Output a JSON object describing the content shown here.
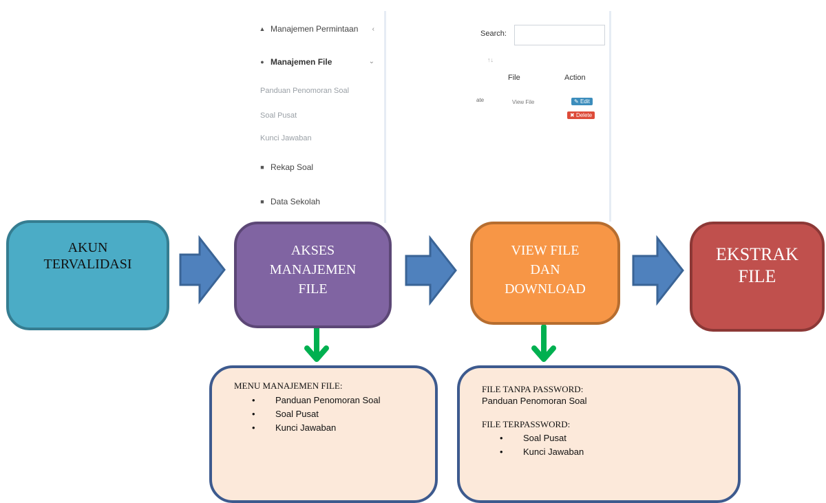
{
  "screenshot_menu": {
    "items": [
      {
        "label": "Manajemen Permintaan",
        "icon": "triangle-icon",
        "chevron": "‹"
      },
      {
        "label": "Manajemen File",
        "icon": "cloud-icon",
        "chevron": "⌄"
      }
    ],
    "subitems": [
      "Panduan Penomoran Soal",
      "Soal Pusat",
      "Kunci Jawaban"
    ],
    "bottom_items": [
      {
        "label": "Rekap Soal",
        "icon": "square-icon"
      },
      {
        "label": "Data Sekolah",
        "icon": "square-icon"
      }
    ]
  },
  "screenshot_table": {
    "search_label": "Search:",
    "sort_marker": "↑↓",
    "col_file": "File",
    "col_action": "Action",
    "row_name_fragment": "ate",
    "row_file_link": "View File",
    "btn_edit": "Edit",
    "btn_delete": "Delete"
  },
  "process": {
    "step1": "AKUN\nTERVALIDASI",
    "step2": "AKSES\nMANAJEMEN\nFILE",
    "step3": "VIEW FILE\nDAN\nDOWNLOAD",
    "step4": "EKSTRAK\nFILE"
  },
  "note1": {
    "title": "MENU MANAJEMEN FILE:",
    "items": [
      "Panduan Penomoran Soal",
      "Soal Pusat",
      "Kunci Jawaban"
    ]
  },
  "note2": {
    "title1": "FILE TANPA PASSWORD:",
    "line1": "Panduan Penomoran Soal",
    "title2": "FILE TERPASSWORD:",
    "items": [
      "Soal Pusat",
      "Kunci Jawaban"
    ]
  },
  "colors": {
    "step1": "#4bacc6",
    "step2": "#8064a2",
    "step3": "#f79646",
    "step4": "#c0504d",
    "arrow": "#4f81bd",
    "down_arrow": "#00b050"
  }
}
